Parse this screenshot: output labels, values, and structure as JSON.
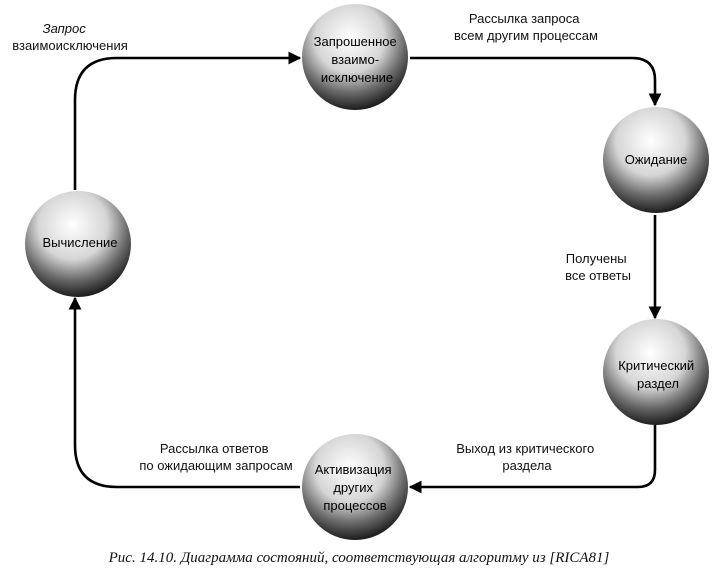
{
  "nodes": {
    "requested": {
      "lines": [
        "Запрошенное",
        "взаимо-",
        "исключение"
      ]
    },
    "waiting": {
      "lines": [
        "Ожидание"
      ]
    },
    "critical": {
      "lines": [
        "Критический",
        "раздел"
      ]
    },
    "activation": {
      "lines": [
        "Активизация",
        "других",
        "процессов"
      ]
    },
    "computing": {
      "lines": [
        "Вычисление"
      ]
    }
  },
  "edges": {
    "request": {
      "lines": [
        "Запрос",
        "взаимоисключения"
      ]
    },
    "broadcast": {
      "lines": [
        "Рассылка запроса",
        "всем другим процессам"
      ]
    },
    "received": {
      "lines": [
        "Получены",
        "все ответы"
      ]
    },
    "exit": {
      "lines": [
        "Выход из критического",
        "раздела"
      ]
    },
    "replies": {
      "lines": [
        "Рассылка ответов",
        "по ожидающим запросам"
      ]
    }
  },
  "caption": "Рис. 14.10. Диаграмма состояний, соответствующая алгоритму из [RICA81]"
}
